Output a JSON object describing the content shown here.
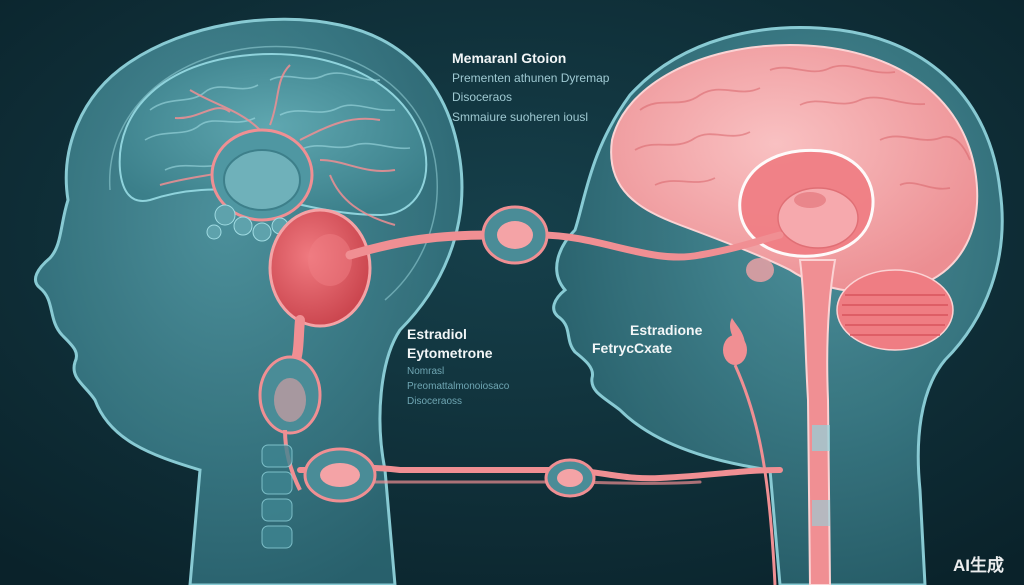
{
  "top_label": {
    "title": "Memaranl Gtoion",
    "line1": "Prementen athunen Dyremap",
    "line2": "Disoceraos",
    "line3": "Smmaiure suoheren iousl"
  },
  "left_label": {
    "line1": "Estradiol",
    "line2": "Eytometrone"
  },
  "left_note": {
    "line1": "Nomrasl",
    "line2": "Preomattalmonoiosaco",
    "line3": "Disoceraoss"
  },
  "right_label": {
    "line1": "Estradione",
    "line2": "FetrycCxate"
  },
  "watermark": "AI生成",
  "colors": {
    "background": "#0d2a33",
    "head_teal": "#3d7f8a",
    "outline": "#8fd3dc",
    "brain_pink": "#f4a3a6",
    "gland_red": "#e0555d",
    "vessel_pink": "#f08f93"
  }
}
